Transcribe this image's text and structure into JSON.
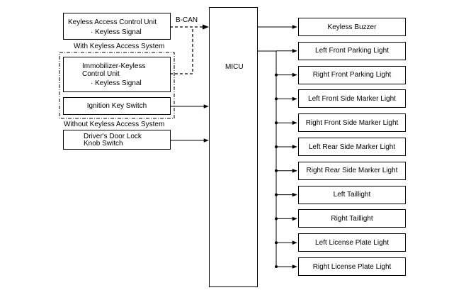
{
  "inputs": {
    "keyless_unit": {
      "title": "Keyless Access Control Unit",
      "signal": "· Keyless Signal"
    },
    "bcan_label": "B-CAN",
    "with_keyless_label": "With Keyless Access System",
    "immobilizer": {
      "line1": "Immobilizer-Keyless",
      "line2": "Control Unit",
      "signal": "· Keyless Signal"
    },
    "ignition": "Ignition Key Switch",
    "without_keyless_label": "Without Keyless Access System",
    "door_lock": {
      "line1": "Driver's Door Lock",
      "line2": "Knob Switch"
    }
  },
  "micu": "MICU",
  "outputs": [
    "Keyless Buzzer",
    "Left Front Parking Light",
    "Right Front Parking Light",
    "Left Front Side Marker Light",
    "Right Front Side Marker Light",
    "Left Rear Side Marker Light",
    "Right Rear Side Marker Light",
    "Left Taillight",
    "Right Taillight",
    "Left License Plate Light",
    "Right License Plate Light"
  ]
}
